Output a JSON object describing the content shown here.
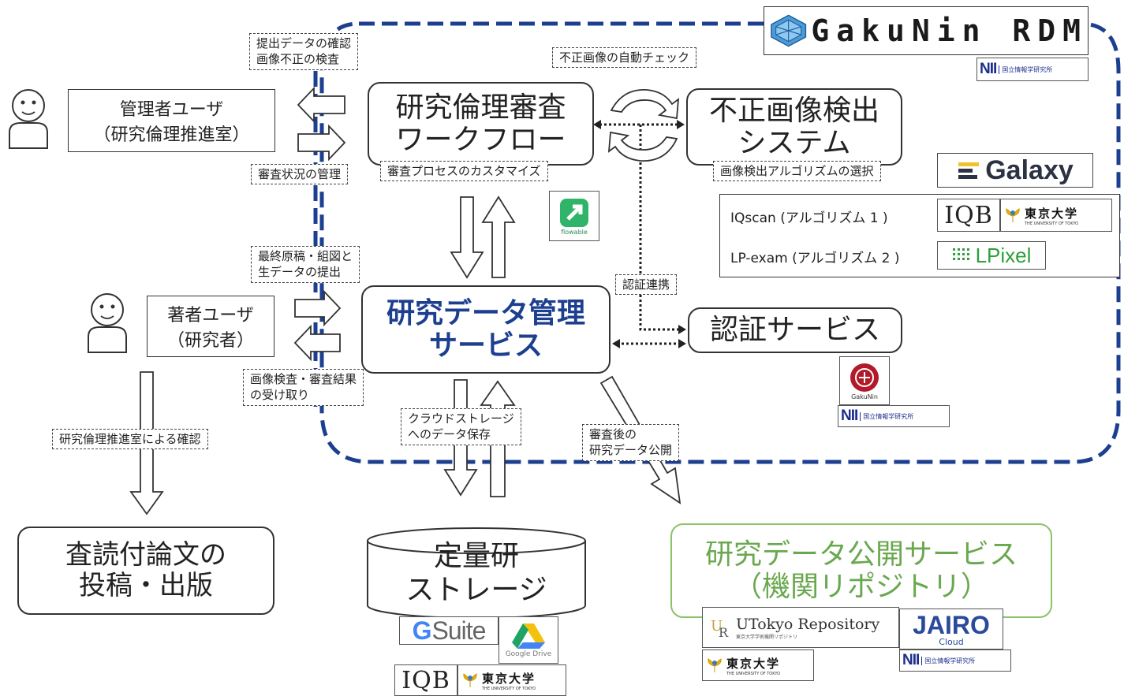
{
  "brand": {
    "rdm_logo_text": "GakuNin RDM",
    "nii_abbr": "NII",
    "nii_name": "国立情報学研究所",
    "galaxy": "Galaxy",
    "iqb": "IQB",
    "utokyo_ja": "東京大学",
    "utokyo_en": "THE UNIVERSITY OF TOKYO",
    "lpixel": "LPixel",
    "gsuite_g": "G",
    "gsuite_text": "Suite",
    "google_drive": "Google Drive",
    "utokyo_repository": "UTokyo Repository",
    "utokyo_repository_sub": "東京大学学術機関リポジトリ",
    "jairo": "JAIRO",
    "jairo_cloud": "Cloud",
    "flowable": "flowable",
    "gakunin_seal": "GakuNin",
    "colors": {
      "rdm_blue": "#1d3f8f",
      "galaxy": "#2c3143",
      "lpixel_green": "#2e9f3a",
      "repo_green": "#6aa84f",
      "jairo_blue": "#2a4a9b"
    }
  },
  "users": {
    "admin": {
      "line1": "管理者ユーザ",
      "line2": "（研究倫理推進室）"
    },
    "author": {
      "line1": "著者ユーザ",
      "line2": "（研究者）"
    }
  },
  "nodes": {
    "workflow": {
      "line1": "研究倫理審査",
      "line2": "ワークフロー"
    },
    "detection": {
      "line1": "不正画像検出",
      "line2": "システム"
    },
    "rdm_service": {
      "line1": "研究データ管理",
      "line2": "サービス"
    },
    "auth": {
      "line1": "認証サービス"
    },
    "paper": {
      "line1": "査読付論文の",
      "line2": "投稿・出版"
    },
    "storage": {
      "line1": "定量研",
      "line2": "ストレージ"
    },
    "repository": {
      "line1": "研究データ公開サービス",
      "line2": "（機関リポジトリ）"
    }
  },
  "labels": {
    "check_submission": {
      "line1": "提出データの確認",
      "line2": "画像不正の検査"
    },
    "auto_check": "不正画像の自動チェック",
    "review_status": "審査状況の管理",
    "customize": "審査プロセスのカスタマイズ",
    "algo_select": "画像検出アルゴリズムの選択",
    "final_submit": {
      "line1": "最終原稿・組図と",
      "line2": "生データの提出"
    },
    "auth_link": "認証連携",
    "receive_results": {
      "line1": "画像検査・審査結果",
      "line2": "の受け取り"
    },
    "ethics_confirm": "研究倫理推進室による確認",
    "cloud_save": {
      "line1": "クラウドストレージ",
      "line2": "へのデータ保存"
    },
    "publish_after": {
      "line1": "審査後の",
      "line2": "研究データ公開"
    }
  },
  "algorithms": [
    {
      "name": "IQscan (アルゴリズム 1 )"
    },
    {
      "name": "LP-exam (アルゴリズム 2 )"
    }
  ]
}
